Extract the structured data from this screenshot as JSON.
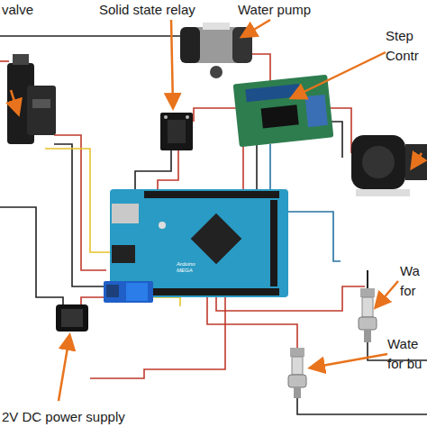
{
  "diagram": {
    "labels": [
      "valve",
      "Solid state relay",
      "Water pump",
      "Step Contr",
      "Wa for",
      "Wate for bu",
      "2V DC power supply",
      "Arduino MEGA"
    ]
  }
}
